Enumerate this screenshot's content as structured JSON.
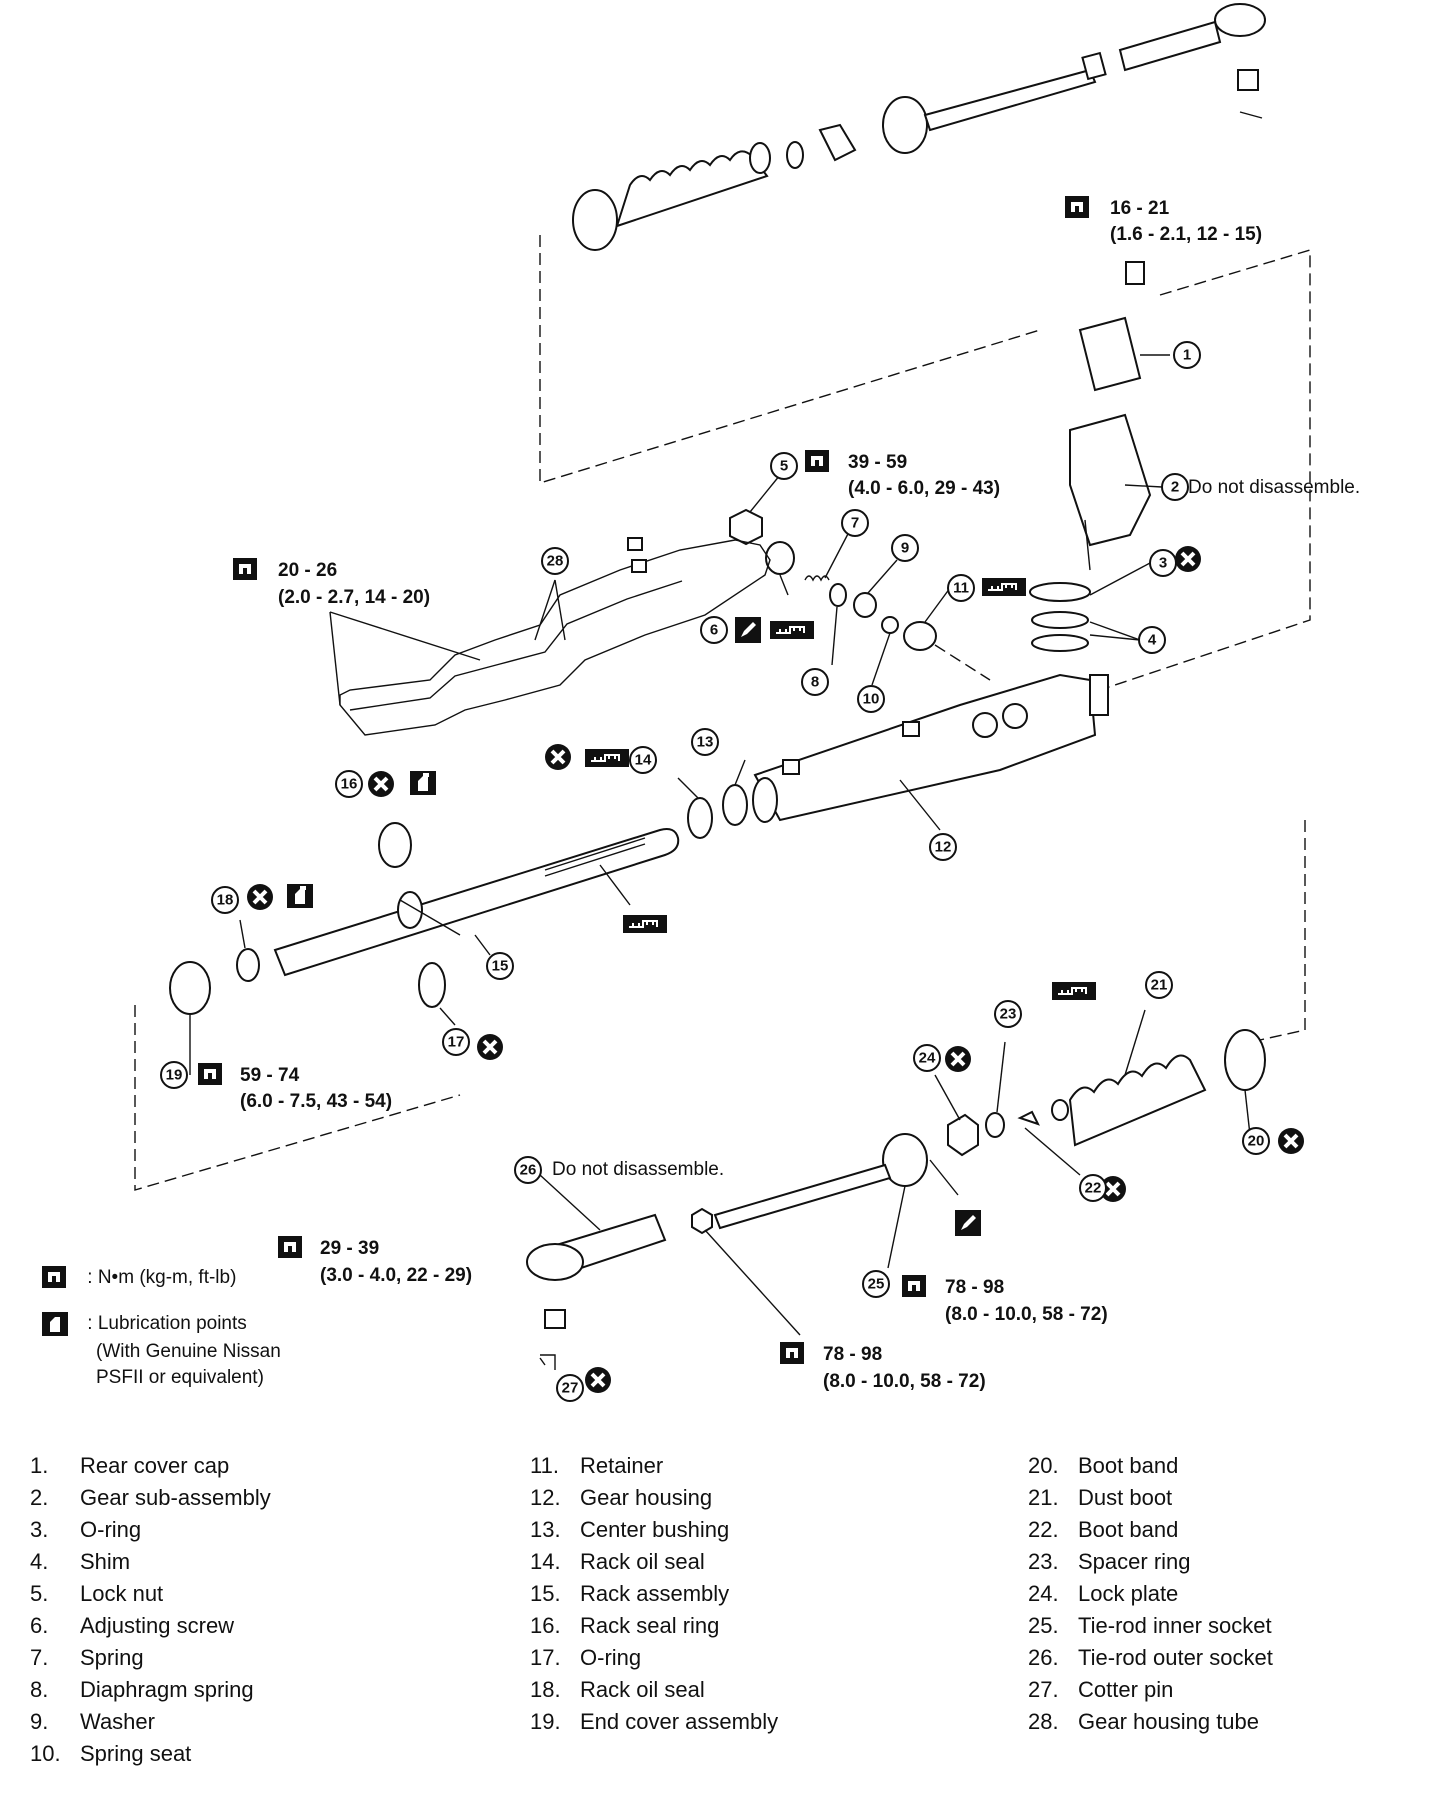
{
  "torque": {
    "t1": {
      "a": "16 - 21",
      "b": "(1.6 - 2.1, 12 - 15)"
    },
    "t2": {
      "a": "39 - 59",
      "b": "(4.0 - 6.0, 29 - 43)"
    },
    "t3": {
      "a": "20 - 26",
      "b": "(2.0 - 2.7, 14 - 20)"
    },
    "t4": {
      "a": "59 - 74",
      "b": "(6.0 - 7.5, 43 - 54)"
    },
    "t5": {
      "a": "29 - 39",
      "b": "(3.0 - 4.0, 22 - 29)"
    },
    "t6": {
      "a": "78 - 98",
      "b": "(8.0 - 10.0, 58 - 72)"
    },
    "t7": {
      "a": "78 - 98",
      "b": "(8.0 - 10.0, 58 - 72)"
    }
  },
  "notes": {
    "do_not_disassemble_2": "Do not disassemble.",
    "do_not_disassemble_26": "Do not disassemble."
  },
  "callouts": [
    "1",
    "2",
    "3",
    "4",
    "5",
    "6",
    "7",
    "8",
    "9",
    "10",
    "11",
    "12",
    "13",
    "14",
    "15",
    "16",
    "17",
    "18",
    "19",
    "20",
    "21",
    "22",
    "23",
    "24",
    "25",
    "26",
    "27",
    "28"
  ],
  "symbol_legend": {
    "torque": ": N•m (kg-m, ft-lb)",
    "lube_1": ": Lubrication points",
    "lube_2": "(With Genuine Nissan",
    "lube_3": "PSFII or equivalent)"
  },
  "parts": [
    {
      "n": "1.",
      "name": "Rear cover cap"
    },
    {
      "n": "2.",
      "name": "Gear sub-assembly"
    },
    {
      "n": "3.",
      "name": "O-ring"
    },
    {
      "n": "4.",
      "name": "Shim"
    },
    {
      "n": "5.",
      "name": "Lock nut"
    },
    {
      "n": "6.",
      "name": "Adjusting screw"
    },
    {
      "n": "7.",
      "name": "Spring"
    },
    {
      "n": "8.",
      "name": "Diaphragm spring"
    },
    {
      "n": "9.",
      "name": "Washer"
    },
    {
      "n": "10.",
      "name": "Spring seat"
    },
    {
      "n": "11.",
      "name": "Retainer"
    },
    {
      "n": "12.",
      "name": "Gear housing"
    },
    {
      "n": "13.",
      "name": "Center bushing"
    },
    {
      "n": "14.",
      "name": "Rack oil seal"
    },
    {
      "n": "15.",
      "name": "Rack assembly"
    },
    {
      "n": "16.",
      "name": "Rack seal ring"
    },
    {
      "n": "17.",
      "name": "O-ring"
    },
    {
      "n": "18.",
      "name": "Rack oil seal"
    },
    {
      "n": "19.",
      "name": "End cover assembly"
    },
    {
      "n": "20.",
      "name": "Boot band"
    },
    {
      "n": "21.",
      "name": "Dust boot"
    },
    {
      "n": "22.",
      "name": "Boot band"
    },
    {
      "n": "23.",
      "name": "Spacer ring"
    },
    {
      "n": "24.",
      "name": "Lock plate"
    },
    {
      "n": "25.",
      "name": "Tie-rod inner socket"
    },
    {
      "n": "26.",
      "name": "Tie-rod outer socket"
    },
    {
      "n": "27.",
      "name": "Cotter pin"
    },
    {
      "n": "28.",
      "name": "Gear housing tube"
    }
  ]
}
